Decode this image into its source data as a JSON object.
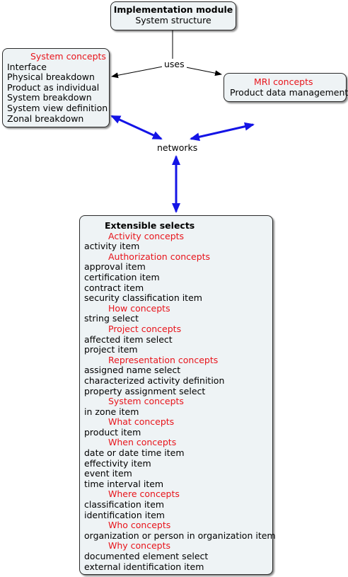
{
  "colors": {
    "node_fill": "#eef3f5",
    "heading_red": "#e8141b",
    "uses_arrow": "#000000",
    "networks_arrow": "#1414e6"
  },
  "nodes": {
    "implementation_module": {
      "title": "Implementation module",
      "subtitle": "System structure"
    },
    "system_concepts": {
      "heading": "System concepts",
      "items": [
        "Interface",
        "Physical breakdown",
        "Product as individual",
        "System breakdown",
        "System view definition",
        "Zonal breakdown"
      ]
    },
    "mri_concepts": {
      "heading": "MRI concepts",
      "items": [
        "Product data management"
      ]
    },
    "extensible_selects": {
      "title": "Extensible selects",
      "groups": [
        {
          "heading": "Activity concepts",
          "items": [
            "activity item"
          ]
        },
        {
          "heading": "Authorization concepts",
          "items": [
            "approval item",
            "certification item",
            "contract item",
            "security classification item"
          ]
        },
        {
          "heading": "How concepts",
          "items": [
            "string select"
          ]
        },
        {
          "heading": "Project concepts",
          "items": [
            "affected item select",
            "project item"
          ]
        },
        {
          "heading": "Representation concepts",
          "items": [
            "assigned name select",
            "characterized activity definition",
            "property assignment select"
          ]
        },
        {
          "heading": "System concepts",
          "items": [
            "in zone item"
          ]
        },
        {
          "heading": "What concepts",
          "items": [
            "product item"
          ]
        },
        {
          "heading": "When concepts",
          "items": [
            "date or date time item",
            "effectivity item",
            "event item",
            "time interval item"
          ]
        },
        {
          "heading": "Where concepts",
          "items": [
            "classification item",
            "identification item"
          ]
        },
        {
          "heading": "Who concepts",
          "items": [
            "organization or person in organization item"
          ]
        },
        {
          "heading": "Why concepts",
          "items": [
            "documented element select",
            "external identification item"
          ]
        }
      ]
    }
  },
  "links": {
    "uses": "uses",
    "networks": "networks"
  }
}
